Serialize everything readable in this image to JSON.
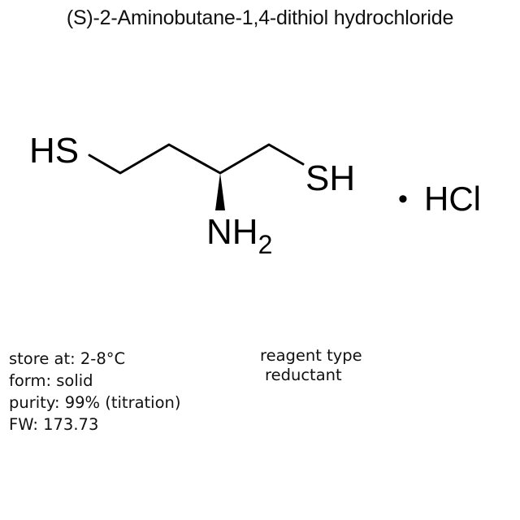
{
  "title": "(S)-2-Aminobutane-1,4-dithiol hydrochloride",
  "structure": {
    "atoms": {
      "hs_left": "HS",
      "sh_right": "SH",
      "amine_n": "NH",
      "amine_sub": "2"
    },
    "salt": {
      "dot": "•",
      "label": "HCl"
    },
    "bond_color": "#000000"
  },
  "info": {
    "storage": "store at: 2-8°C",
    "form": "form: solid",
    "purity": "purity: 99% (titration)",
    "fw": "FW: 173.73"
  },
  "reagent": {
    "label": "reagent type",
    "value": "reductant"
  }
}
